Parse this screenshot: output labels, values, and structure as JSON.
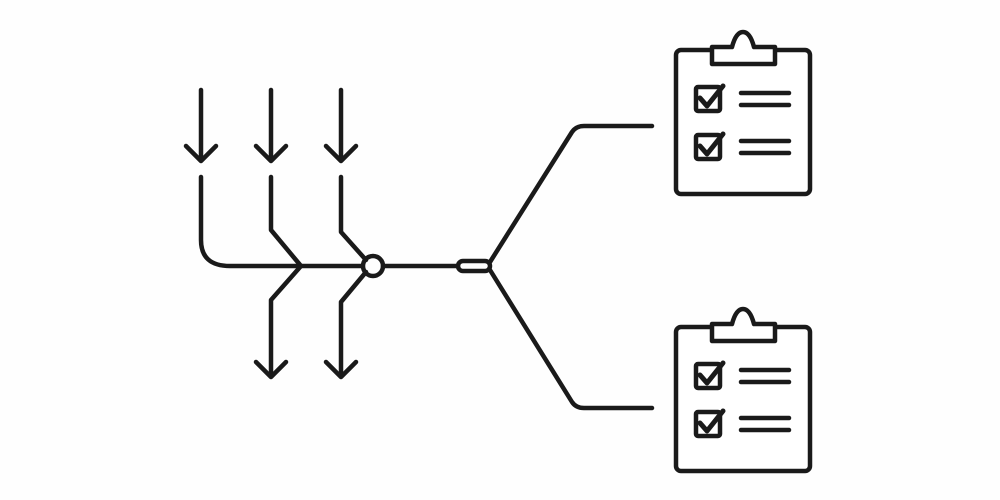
{
  "colors": {
    "background": "#fefefe",
    "stroke": "#1a1a1a",
    "paper": "#ffffff"
  },
  "diagram": {
    "input_arrows": [
      {
        "id": "input-1",
        "icon": "arrow-down-icon"
      },
      {
        "id": "input-2",
        "icon": "arrow-down-icon"
      },
      {
        "id": "input-3",
        "icon": "arrow-down-icon"
      }
    ],
    "output_arrows": [
      {
        "id": "output-1",
        "icon": "arrow-down-icon"
      },
      {
        "id": "output-2",
        "icon": "arrow-down-icon"
      }
    ],
    "junctions": [
      {
        "id": "merge-node",
        "shape": "circle"
      },
      {
        "id": "split-node",
        "shape": "pill"
      }
    ],
    "checklists": [
      {
        "id": "checklist-top",
        "icon": "clipboard-checklist-icon",
        "checked_items": 2
      },
      {
        "id": "checklist-bottom",
        "icon": "clipboard-checklist-icon",
        "checked_items": 2
      }
    ]
  }
}
